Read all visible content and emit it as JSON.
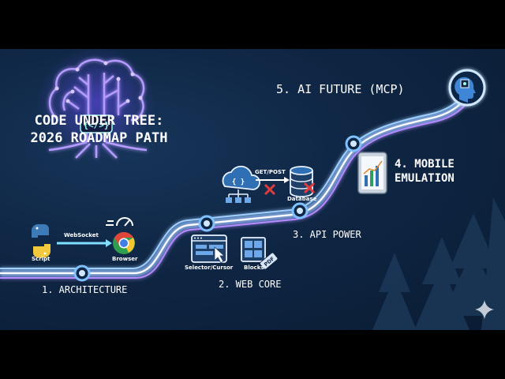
{
  "title": {
    "line1": "CODE UNDER TREE:",
    "line2": "2026 ROADMAP PATH"
  },
  "steps": {
    "s1": "1. ARCHITECTURE",
    "s2": "2. WEB CORE",
    "s3": "3. API POWER",
    "s4_line1": "4. MOBILE",
    "s4_line2": "EMULATION",
    "s5": "5. AI FUTURE (MCP)"
  },
  "labels": {
    "script": "Script",
    "websocket": "WebSocket",
    "browser": "Browser",
    "selector": "Selector/Cursor",
    "blocks": "Blocks",
    "pdf": "PDF",
    "getpost": "GET/POST",
    "database": "Database"
  },
  "icons": [
    "code-tree-icon",
    "python-icon",
    "speedometer-icon",
    "chrome-icon",
    "browser-window-icon",
    "blocks-icon",
    "cloud-api-icon",
    "database-icon",
    "tablet-chart-icon",
    "ai-head-icon",
    "sparkle-icon"
  ],
  "colors": {
    "path_glow": "#5fa8ff",
    "path_core": "#ffffff",
    "tree": "#a98bff",
    "accent_red": "#e23b3b",
    "background": "#0f2644"
  }
}
